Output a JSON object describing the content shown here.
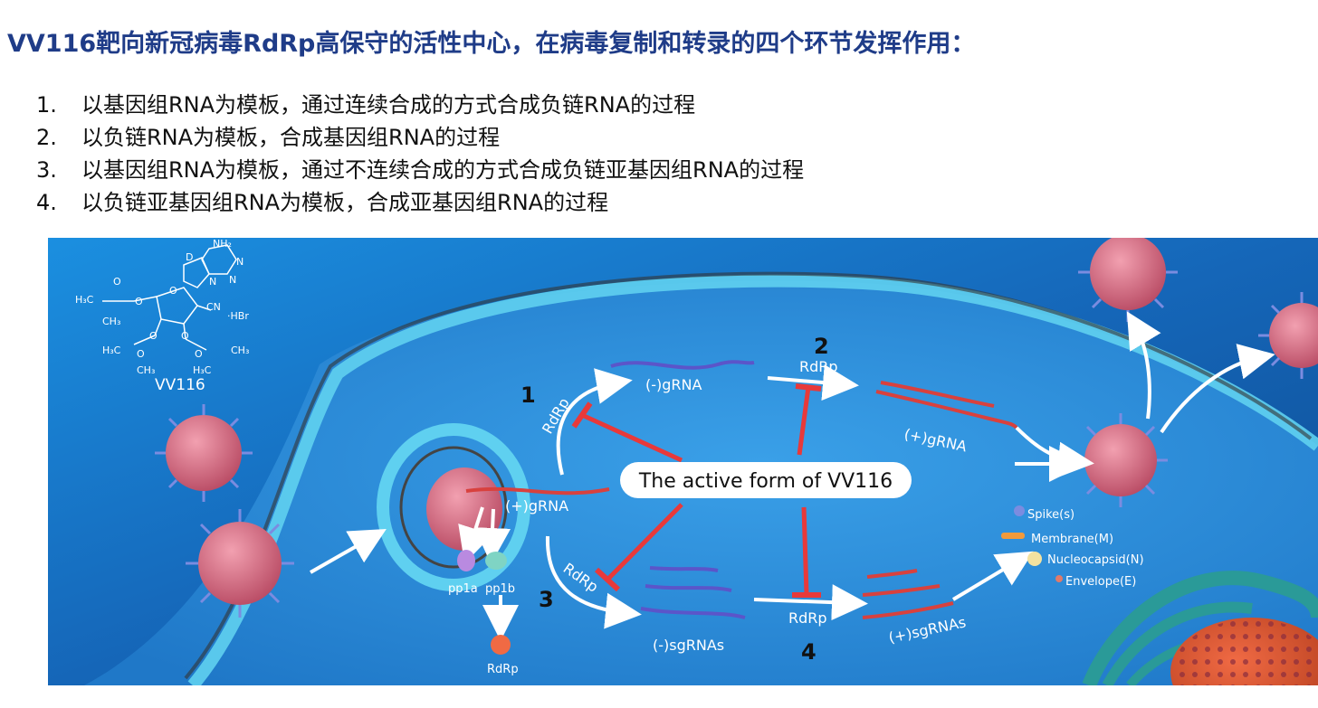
{
  "title": "VV116靶向新冠病毒RdRp高保守的活性中心，在病毒复制和转录的四个环节发挥作用：",
  "steps": [
    {
      "num": "1.",
      "text": "以基因组RNA为模板，通过连续合成的方式合成负链RNA的过程"
    },
    {
      "num": "2.",
      "text": "以负链RNA为模板，合成基因组RNA的过程"
    },
    {
      "num": "3.",
      "text": "以基因组RNA为模板，通过不连续合成的方式合成负链亚基因组RNA的过程"
    },
    {
      "num": "4.",
      "text": "以负链亚基因组RNA为模板，合成亚基因组RNA的过程"
    }
  ],
  "figure": {
    "molecule": {
      "name": "VV116",
      "atoms": {
        "nh2": "NH₂",
        "d": "D",
        "n1": "N",
        "n2": "N",
        "n3": "N",
        "o1": "O",
        "o2": "O",
        "o3": "O",
        "o4": "O",
        "o5": "O",
        "o6": "O",
        "o7": "O",
        "cn": "CN",
        "hbr": "·HBr",
        "h3c1": "H₃C",
        "ch3_1": "CH₃",
        "h3c2": "H₃C",
        "ch3_2": "CH₃",
        "h3c3": "H₃C",
        "ch3_3": "CH₃"
      }
    },
    "labels": {
      "step1": "1",
      "step2": "2",
      "step3": "3",
      "step4": "4",
      "rdrp_1": "RdRp",
      "rdrp_2": "RdRp",
      "rdrp_3": "RdRp",
      "rdrp_4": "RdRp",
      "neg_grna": "(-)gRNA",
      "pos_grna_top": "(+)gRNA",
      "pos_grna_center": "(+)gRNA",
      "neg_sgrnas": "(-)sgRNAs",
      "pos_sgrnas": "(+)sgRNAs",
      "active_form": "The active form of VV116",
      "pp1a": "pp1a",
      "pp1b": "pp1b",
      "rdrp_protein": "RdRp"
    },
    "legend": [
      {
        "label": "Spike(s)",
        "color": "#7b8ce0"
      },
      {
        "label": "Membrane(M)",
        "color": "#f29a3a"
      },
      {
        "label": "Nucleocapsid(N)",
        "color": "#f3e2a0"
      },
      {
        "label": "Envelope(E)",
        "color": "#e07a6a"
      }
    ],
    "colors": {
      "background": "#1a6dc4",
      "inhibitor": "#e8393a",
      "virus": "#d9667e",
      "negative_rna": "#5b55c9",
      "positive_rna": "#d8413e"
    }
  }
}
